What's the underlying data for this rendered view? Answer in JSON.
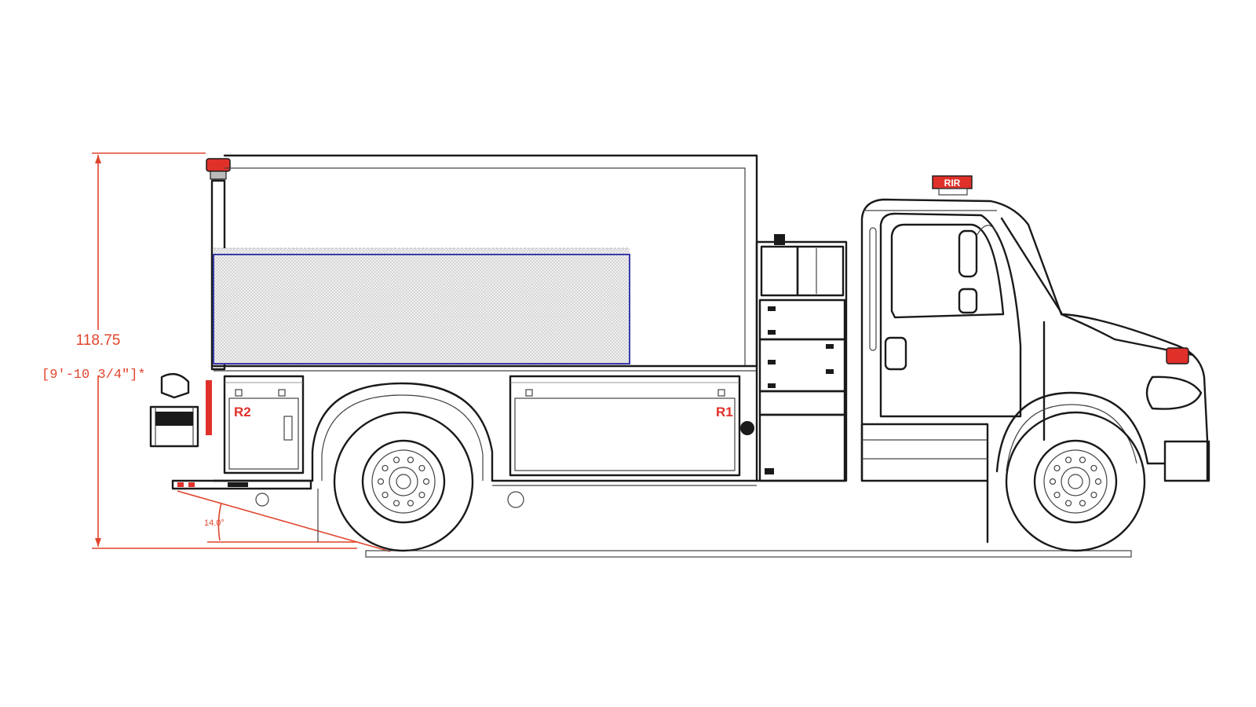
{
  "dimensions": {
    "height_decimal": "118.75",
    "height_ftin": "[9'-10 3/4\"]*",
    "departure_angle": "14.0°"
  },
  "compartments": {
    "rear": "R2",
    "front": "R1"
  },
  "cab_light_label": "RIR",
  "colors": {
    "dimension": "#e0452e",
    "tank_outline": "#3a3aa8",
    "lights": "#e0302a",
    "line": "#1a1a1a"
  }
}
